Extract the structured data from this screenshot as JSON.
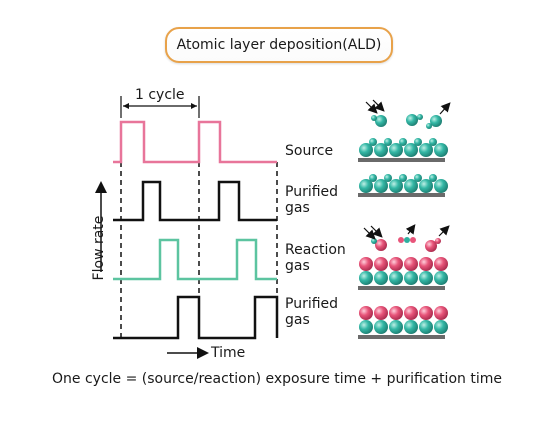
{
  "title": "Atomic layer deposition(ALD)",
  "cycle_label": "1 cycle",
  "y_axis_label": "Flow rate",
  "x_axis_label": "Time",
  "signals": [
    {
      "label_lines": [
        "Source"
      ],
      "color": "#e8759a"
    },
    {
      "label_lines": [
        "Purified",
        "gas"
      ],
      "color": "#111111"
    },
    {
      "label_lines": [
        "Reaction",
        "gas"
      ],
      "color": "#5cc4a0"
    },
    {
      "label_lines": [
        "Purified",
        "gas"
      ],
      "color": "#111111"
    }
  ],
  "atom_colors": {
    "teal": "#2fb0a0",
    "pink": "#e8557a",
    "substrate": "#6a6a6a"
  },
  "caption": "One cycle = (source/reaction) exposure time + purification time"
}
